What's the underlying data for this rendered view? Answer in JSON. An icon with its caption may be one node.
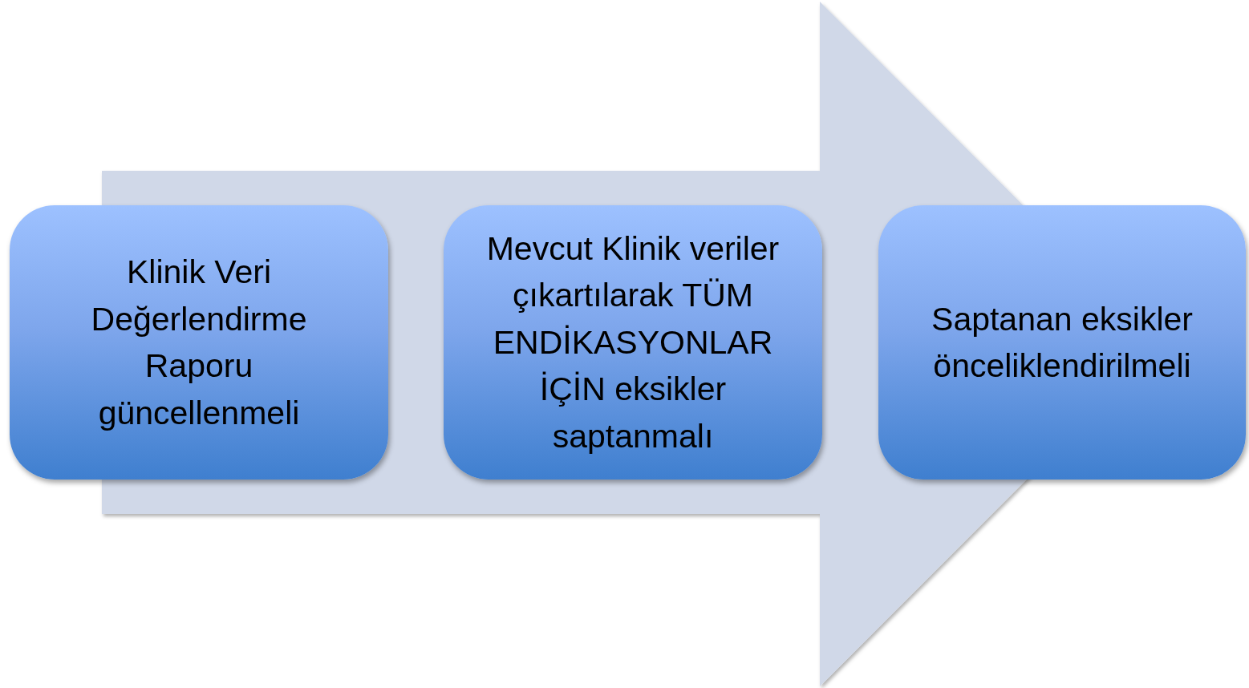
{
  "diagram": {
    "nodes": [
      {
        "text": [
          "Klinik Veri Değerlendirme Raporu güncellenmeli"
        ]
      },
      {
        "text": [
          "Mevcut Klinik veriler çıkartılarak TÜM ENDİKASYONLAR İÇİN eksikler saptanmalı"
        ]
      },
      {
        "text": [
          "Saptanan eksikler önceliklendirilmeli"
        ]
      }
    ],
    "edges": [
      {
        "from": 0,
        "to": 2,
        "arrow": "to"
      }
    ]
  }
}
